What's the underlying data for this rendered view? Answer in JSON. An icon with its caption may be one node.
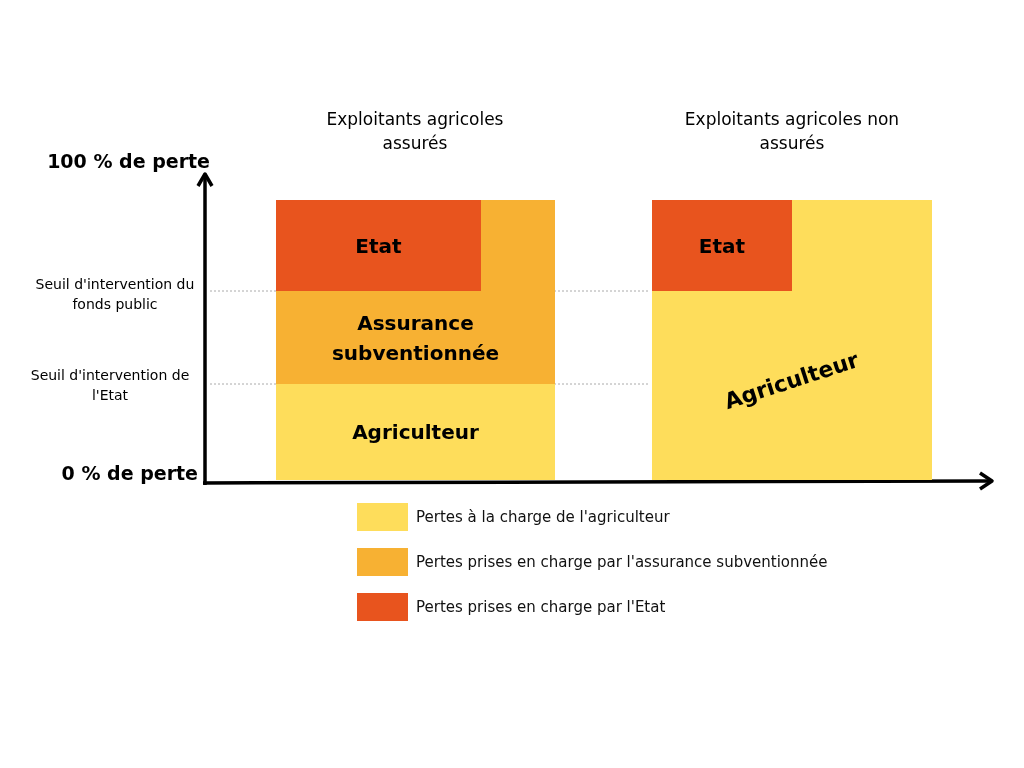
{
  "diagram": {
    "nodes": [
      {
        "text": [
          "Etat"
        ]
      },
      {
        "text": [],
        "shape": "box"
      },
      {
        "text": [
          "Assurance subventionnée"
        ]
      },
      {
        "text": [
          "Agriculteur"
        ]
      },
      {
        "text": [
          "Etat"
        ]
      },
      {
        "text": [
          "Agriculteur"
        ]
      }
    ],
    "edges": [],
    "labels": [
      "Exploitants agricoles assurés",
      "Exploitants agricoles non assurés",
      "100 % de perte",
      "Seuil d'intervention du fonds public",
      "Seuil d'intervention de l'Etat",
      "0 % de perte"
    ],
    "legend": [
      {
        "text": "Pertes à la charge de l'agriculteur",
        "color": "#fedd5b"
      },
      {
        "text": "Pertes prises en charge par l'assurance subventionnée",
        "color": "#f7b133"
      },
      {
        "text": "Pertes prises en charge par l'Etat",
        "color": "#e8541e"
      }
    ]
  }
}
